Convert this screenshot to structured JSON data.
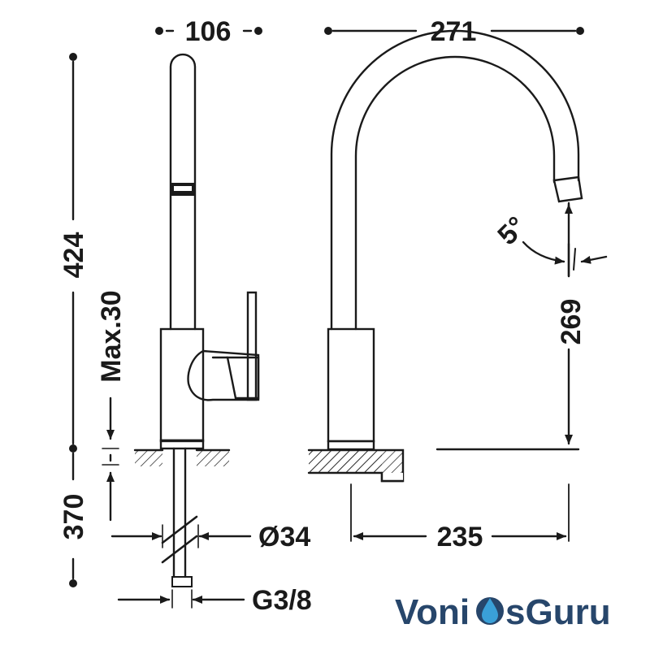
{
  "dimensions": {
    "spout_width": "106",
    "reach": "271",
    "total_height": "424",
    "max_deck_thickness": "Max.30",
    "tail_length": "370",
    "hole_diameter": "Ø34",
    "connection": "G3/8",
    "base_to_outlet_height": "269",
    "tilt_angle": "5°",
    "deck_to_outlet_reach": "235"
  },
  "watermark": {
    "brand_part1": "Voni",
    "brand_part2": "sGuru",
    "brand_color": "#27466b",
    "drop_color": "#3aa0d8"
  },
  "colors": {
    "line": "#1a1a1a"
  }
}
